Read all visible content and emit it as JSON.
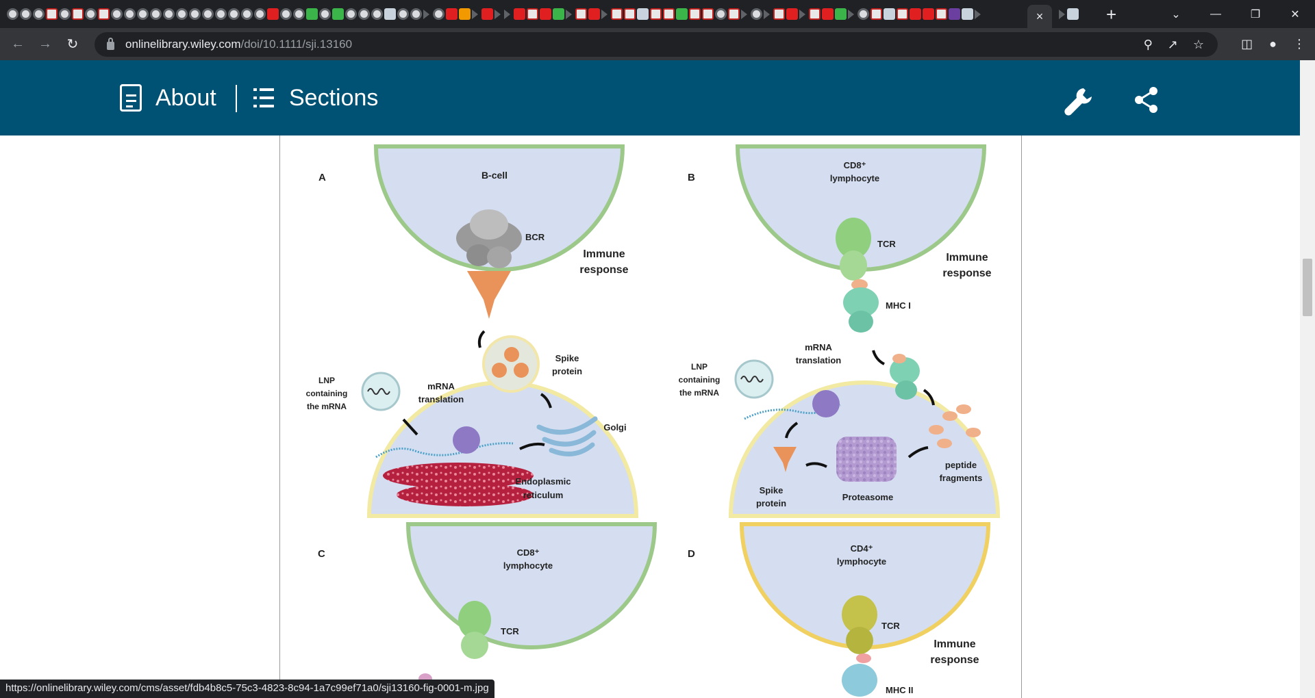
{
  "browser": {
    "active_tab_close": "×",
    "new_tab": "+",
    "url_host": "onlinelibrary.wiley.com",
    "url_path": "/doi/10.1111/sji.13160",
    "status_url": "https://onlinelibrary.wiley.com/cms/asset/fdb4b8c5-75c3-4823-8c94-1a7c99ef71a0/sji13160-fig-0001-m.jpg"
  },
  "header": {
    "about": "About",
    "sections": "Sections",
    "color": "#005274"
  },
  "figure": {
    "panel_a": {
      "letter": "A",
      "cell": "B-cell",
      "receptor": "BCR",
      "response_1": "Immune",
      "response_2": "response",
      "lnp_1": "LNP",
      "lnp_2": "containing",
      "lnp_3": "the mRNA",
      "translation_1": "mRNA",
      "translation_2": "translation",
      "spike_1": "Spike",
      "spike_2": "protein",
      "golgi": "Golgi",
      "er_1": "Endoplasmic",
      "er_2": "reticulum"
    },
    "panel_b": {
      "letter": "B",
      "cell_1": "CD8⁺",
      "cell_2": "lymphocyte",
      "receptor": "TCR",
      "response_1": "Immune",
      "response_2": "response",
      "mhc": "MHC I",
      "translation_1": "mRNA",
      "translation_2": "translation",
      "lnp_1": "LNP",
      "lnp_2": "containing",
      "lnp_3": "the mRNA",
      "spike_1": "Spike",
      "spike_2": "protein",
      "proteasome": "Proteasome",
      "peptide_1": "peptide",
      "peptide_2": "fragments"
    },
    "panel_c": {
      "letter": "C",
      "cell_1": "CD8⁺",
      "cell_2": "lymphocyte",
      "receptor": "TCR"
    },
    "panel_d": {
      "letter": "D",
      "cell_1": "CD4⁺",
      "cell_2": "lymphocyte",
      "receptor": "TCR",
      "response_1": "Immune",
      "response_2": "response",
      "mhc": "MHC II"
    }
  }
}
